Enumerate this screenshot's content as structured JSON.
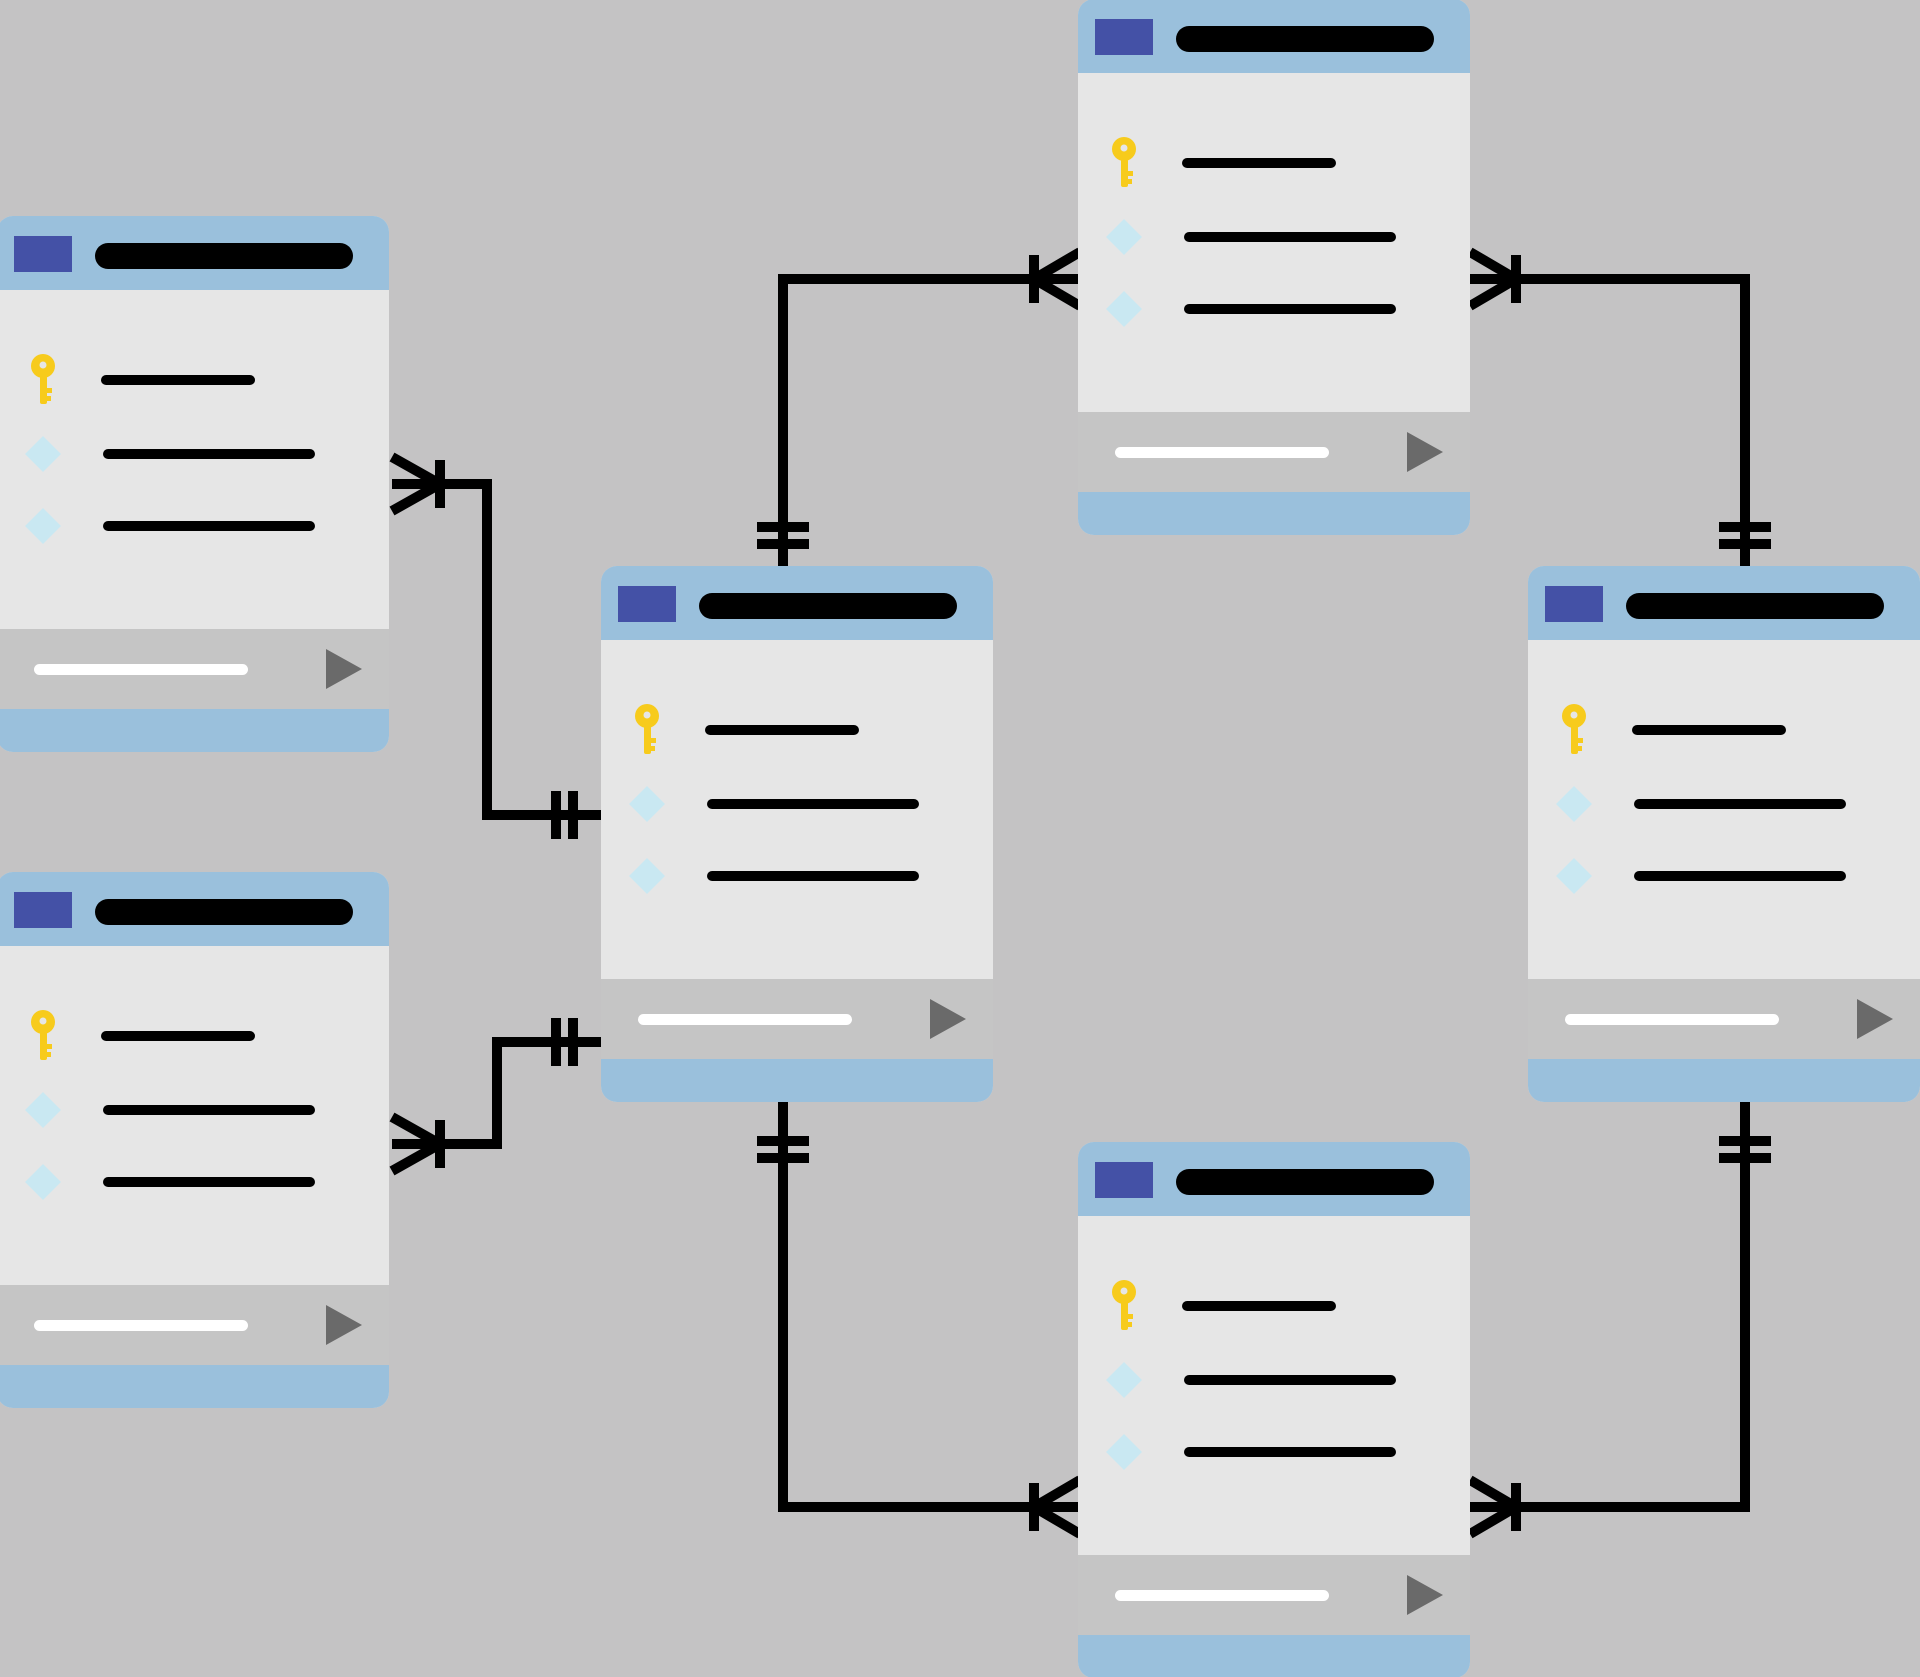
{
  "diagram": {
    "background_color": "#c4c3c4",
    "colors": {
      "card_body": "#e6e6e6",
      "card_header": "#9ac0dc",
      "header_icon": "#4451a6",
      "footer": "#c5c5c5",
      "connector": "#000000",
      "key_icon": "#f7cb1c",
      "attribute_icon": "#c9e8f2",
      "arrow_icon": "#6a6a6a"
    },
    "tables": [
      {
        "id": "table-left-top",
        "rows": [
          {
            "icon": "key-icon"
          },
          {
            "icon": "diamond-icon"
          },
          {
            "icon": "diamond-icon"
          }
        ],
        "footer_icon": "play-arrow-icon"
      },
      {
        "id": "table-left-bottom",
        "rows": [
          {
            "icon": "key-icon"
          },
          {
            "icon": "diamond-icon"
          },
          {
            "icon": "diamond-icon"
          }
        ],
        "footer_icon": "play-arrow-icon"
      },
      {
        "id": "table-center",
        "rows": [
          {
            "icon": "key-icon"
          },
          {
            "icon": "diamond-icon"
          },
          {
            "icon": "diamond-icon"
          }
        ],
        "footer_icon": "play-arrow-icon"
      },
      {
        "id": "table-top",
        "rows": [
          {
            "icon": "key-icon"
          },
          {
            "icon": "diamond-icon"
          },
          {
            "icon": "diamond-icon"
          }
        ],
        "footer_icon": "play-arrow-icon"
      },
      {
        "id": "table-right",
        "rows": [
          {
            "icon": "key-icon"
          },
          {
            "icon": "diamond-icon"
          },
          {
            "icon": "diamond-icon"
          }
        ],
        "footer_icon": "play-arrow-icon"
      },
      {
        "id": "table-bottom",
        "rows": [
          {
            "icon": "key-icon"
          },
          {
            "icon": "diamond-icon"
          },
          {
            "icon": "diamond-icon"
          }
        ],
        "footer_icon": "play-arrow-icon"
      }
    ],
    "relationships": [
      {
        "from": "table-left-top",
        "to": "table-center",
        "from_end": "one-or-many",
        "to_end": "one-and-only-one"
      },
      {
        "from": "table-left-bottom",
        "to": "table-center",
        "from_end": "one-or-many",
        "to_end": "one-and-only-one"
      },
      {
        "from": "table-center",
        "to": "table-top",
        "from_end": "one-and-only-one",
        "to_end": "one-or-many"
      },
      {
        "from": "table-right",
        "to": "table-top",
        "from_end": "one-and-only-one",
        "to_end": "one-or-many"
      },
      {
        "from": "table-center",
        "to": "table-bottom",
        "from_end": "one-and-only-one",
        "to_end": "one-or-many"
      },
      {
        "from": "table-right",
        "to": "table-bottom",
        "from_end": "one-and-only-one",
        "to_end": "one-or-many"
      }
    ]
  }
}
